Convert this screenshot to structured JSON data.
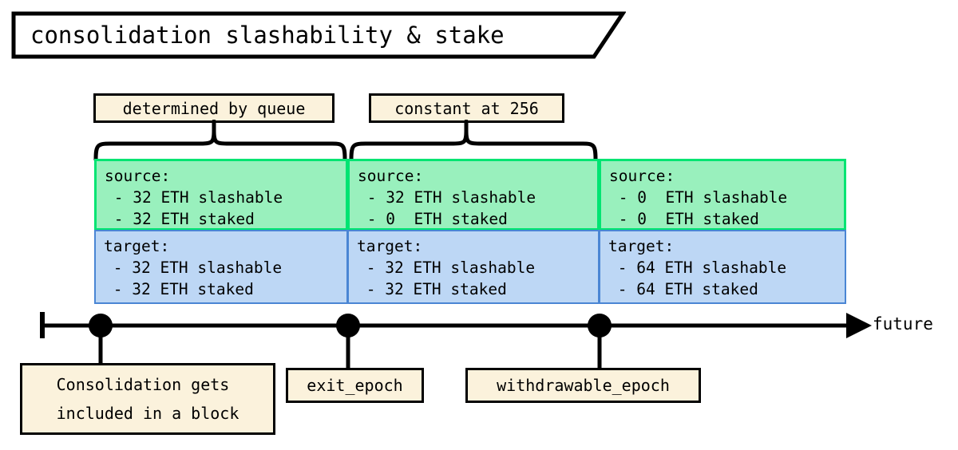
{
  "title": {
    "text": "consolidation slashability & stake"
  },
  "annotations": {
    "queue_label": "determined by queue",
    "constant_label": "constant at 256"
  },
  "columns": [
    {
      "id": "col-1",
      "source": {
        "heading": "source:",
        "slashable": " - 32 ETH slashable",
        "staked": " - 32 ETH staked"
      },
      "target": {
        "heading": "target:",
        "slashable": " - 32 ETH slashable",
        "staked": " - 32 ETH staked"
      }
    },
    {
      "id": "col-2",
      "source": {
        "heading": "source:",
        "slashable": " - 32 ETH slashable",
        "staked": " - 0  ETH staked"
      },
      "target": {
        "heading": "target:",
        "slashable": " - 32 ETH slashable",
        "staked": " - 32 ETH staked"
      }
    },
    {
      "id": "col-3",
      "source": {
        "heading": "source:",
        "slashable": " - 0  ETH slashable",
        "staked": " - 0  ETH staked"
      },
      "target": {
        "heading": "target:",
        "slashable": " - 64 ETH slashable",
        "staked": " - 64 ETH staked"
      }
    }
  ],
  "timeline": {
    "axis_end_label": "future",
    "events": [
      {
        "id": "consolidation",
        "label_line_1": "Consolidation gets",
        "label_line_2": "included in a block"
      },
      {
        "id": "exit-epoch",
        "label": "exit_epoch"
      },
      {
        "id": "withdrawable-epoch",
        "label": "withdrawable_epoch"
      }
    ]
  },
  "colors": {
    "source_fill": "#99f0bd",
    "source_border": "#00e472",
    "target_fill": "#bdd7f5",
    "target_border": "#4a86d4",
    "label_fill": "#fbf2dc",
    "stroke": "#000000"
  }
}
